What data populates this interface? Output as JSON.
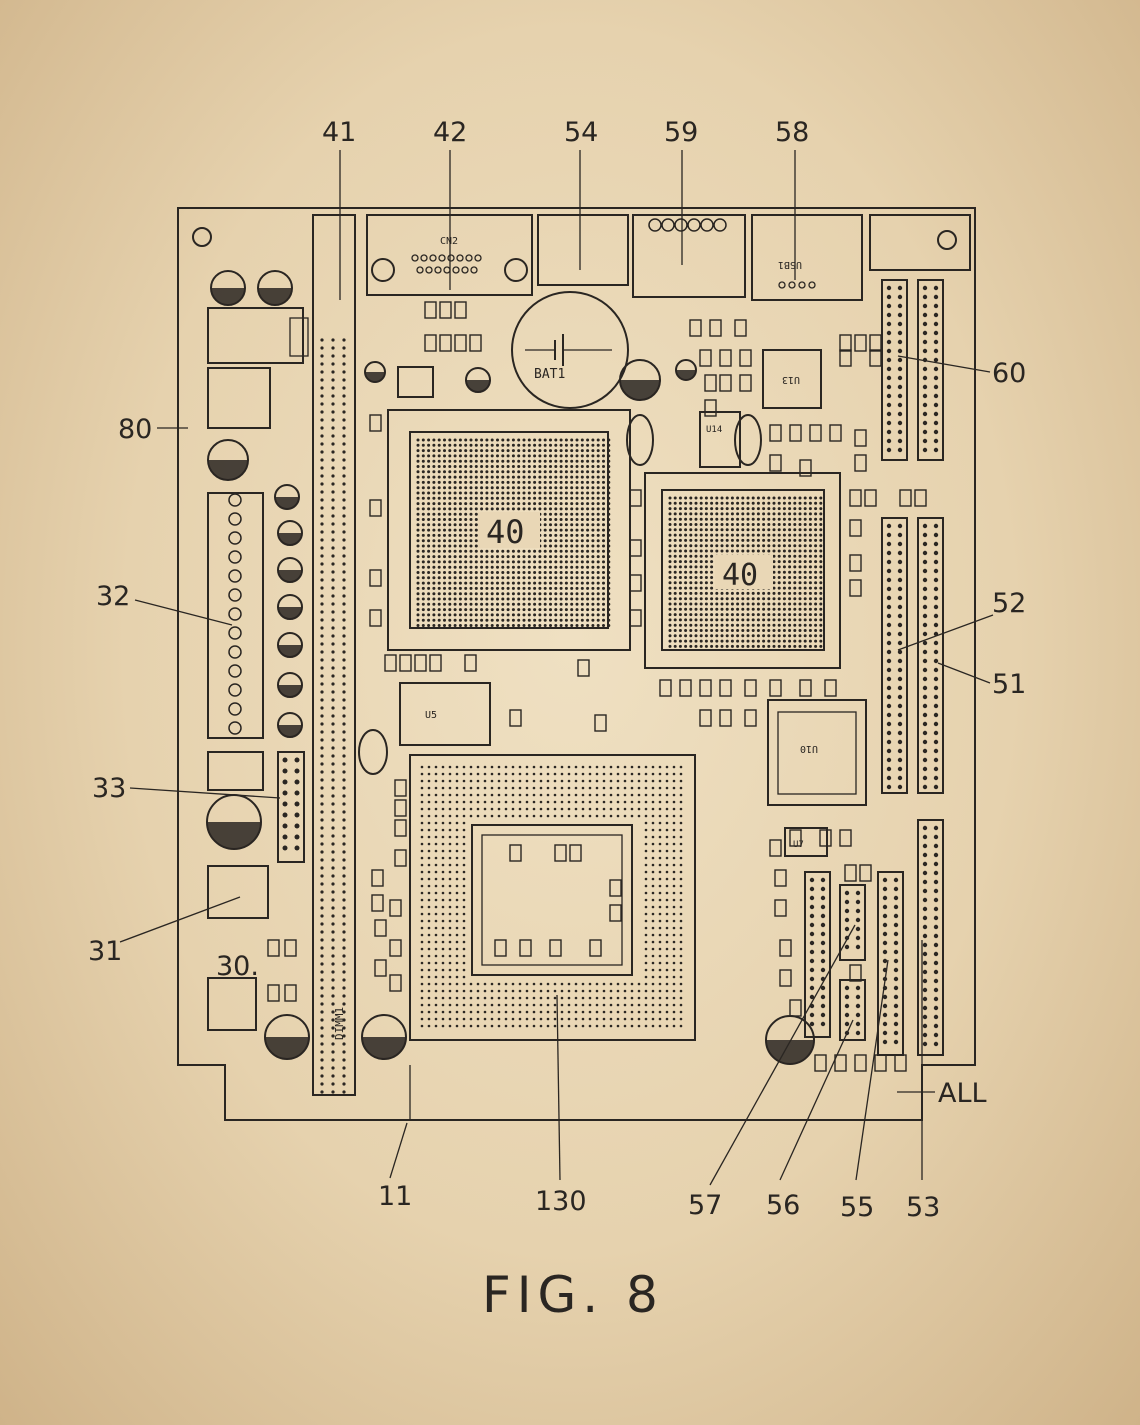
{
  "figure": {
    "caption": "FIG. 8",
    "colors": {
      "ink": "#2a2622",
      "paper": "#e9d7b6",
      "paper_edge": "#cdb088"
    },
    "reference_labels": {
      "r41": "41",
      "r42": "42",
      "r54": "54",
      "r59": "59",
      "r58": "58",
      "r80": "80",
      "r60": "60",
      "r32": "32",
      "r52": "52",
      "r51": "51",
      "r33": "33",
      "r31": "31",
      "r30": "30.",
      "r11": "11",
      "r130": "130",
      "r57": "57",
      "r56": "56",
      "r55": "55",
      "r53": "53",
      "rall": "ALL"
    },
    "silkscreen": {
      "chip_a": "40",
      "chip_b": "40",
      "battery": "BAT1",
      "cn2": "CN2",
      "usb1": "USB1",
      "u13": "U13",
      "u10": "U10",
      "u5": "U5",
      "u7": "U7",
      "dimm": "DIMM1",
      "u14": "U14"
    }
  }
}
